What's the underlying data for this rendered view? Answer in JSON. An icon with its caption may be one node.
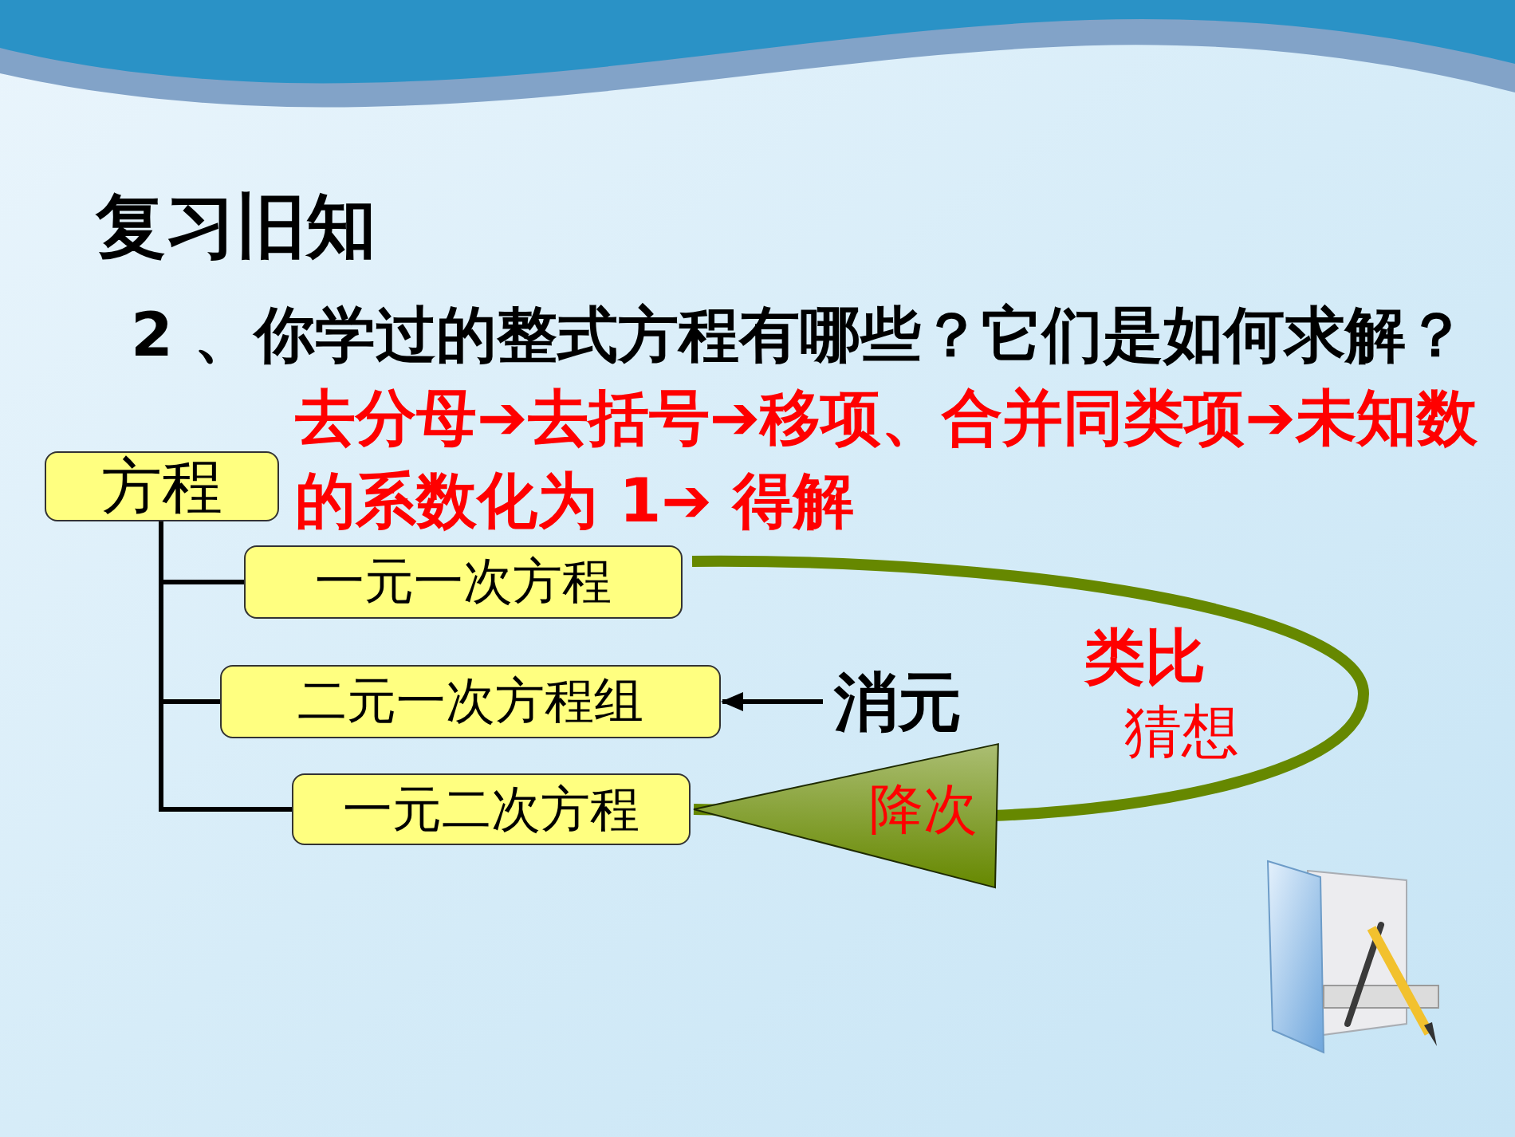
{
  "diagram": {
    "title": "复习旧知",
    "nodes": [
      {
        "text": [
          "方程"
        ]
      },
      {
        "text": [
          "一元一次方程"
        ]
      },
      {
        "text": [
          "二元一次方程组"
        ]
      },
      {
        "text": [
          "一元二次方程"
        ]
      },
      {
        "text": [
          "消元"
        ]
      }
    ],
    "edges": [
      {
        "from": 0,
        "to": 1,
        "arrow": "none"
      },
      {
        "from": 0,
        "to": 2,
        "arrow": "none"
      },
      {
        "from": 0,
        "to": 3,
        "arrow": "none"
      },
      {
        "from": 4,
        "to": 2,
        "arrow": "to"
      },
      {
        "from": 1,
        "to": 3,
        "arrow": "to",
        "label": "类比",
        "style": "thick",
        "color": "#668800"
      }
    ],
    "labels": [
      "2 、你学过的整式方程有哪些？它们是如何求解？",
      "去分母➔去括号➔移项、合并同类项➔未知数的系数化为 1➔ 得解",
      "猜想",
      "降次"
    ]
  }
}
